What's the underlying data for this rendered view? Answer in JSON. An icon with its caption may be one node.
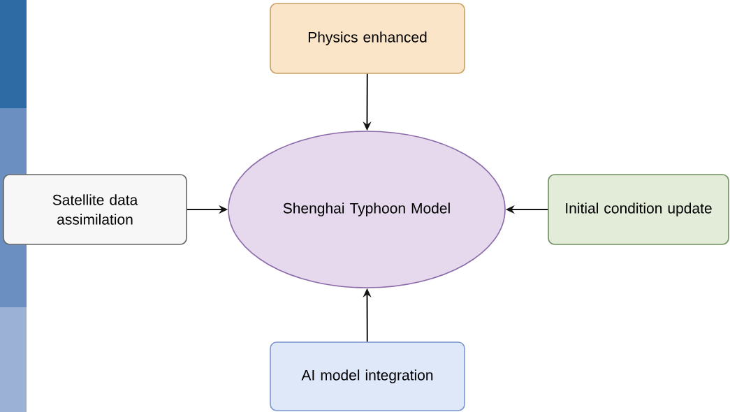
{
  "diagram": {
    "nodes": [
      {
        "text": [
          "Physics enhanced"
        ]
      },
      {
        "text": [
          "Satellite data assimilation"
        ]
      },
      {
        "text": [
          "Shenghai Typhoon Model"
        ]
      },
      {
        "text": [
          "Initial condition update"
        ]
      },
      {
        "text": [
          "AI model integration"
        ]
      }
    ],
    "edges": [
      {
        "from": 0,
        "to": 2,
        "arrow": "to"
      },
      {
        "from": 1,
        "to": 2,
        "arrow": "to"
      },
      {
        "from": 3,
        "to": 2,
        "arrow": "to"
      },
      {
        "from": 4,
        "to": 2,
        "arrow": "to"
      }
    ]
  }
}
